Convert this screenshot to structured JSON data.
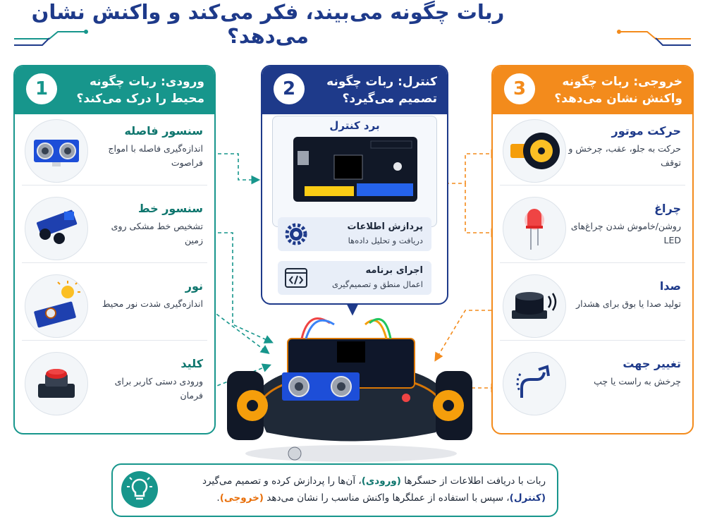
{
  "title": "ربات چگونه می‌بیند، فکر می‌کند و واکنش نشان می‌دهد؟",
  "colors": {
    "input": "#17968c",
    "control": "#1e3a8a",
    "output": "#f38b1c"
  },
  "input": {
    "number": "1",
    "header": "ورودی: ربات چگونه محیط را درک می‌کند؟",
    "items": [
      {
        "title": "سنسور فاصله",
        "desc": "اندازه‌گیری فاصله با امواج فراصوت",
        "icon": "ultrasonic-sensor-icon"
      },
      {
        "title": "سنسور خط",
        "desc": "تشخیص خط مشکی روی زمین",
        "icon": "line-sensor-icon"
      },
      {
        "title": "نور",
        "desc": "اندازه‌گیری شدت نور محیط",
        "icon": "light-sensor-icon"
      },
      {
        "title": "کلید",
        "desc": "ورودی دستی کاربر برای فرمان",
        "icon": "push-button-icon"
      }
    ]
  },
  "control": {
    "number": "2",
    "header": "کنترل: ربات چگونه تصمیم می‌گیرد؟",
    "board_label": "برد کنترل",
    "steps": [
      {
        "title": "پردازش اطلاعات",
        "desc": "دریافت و تحلیل داده‌ها",
        "icon": "gear-icon"
      },
      {
        "title": "اجرای برنامه",
        "desc": "اعمال منطق و تصمیم‌گیری",
        "icon": "code-icon"
      }
    ]
  },
  "output": {
    "number": "3",
    "header": "خروجی: ربات چگونه واکنش نشان می‌دهد؟",
    "items": [
      {
        "title": "حرکت موتور",
        "desc": "حرکت به جلو، عقب، چرخش و توقف",
        "icon": "motor-wheel-icon"
      },
      {
        "title": "چراغ",
        "desc": "روشن/خاموش شدن چراغ‌های LED",
        "icon": "led-icon"
      },
      {
        "title": "صدا",
        "desc": "تولید صدا یا بوق برای هشدار",
        "icon": "buzzer-icon"
      },
      {
        "title": "تغییر جهت",
        "desc": "چرخش به راست یا چپ",
        "icon": "turn-arrow-icon"
      }
    ]
  },
  "summary": {
    "part1": "ربات با دریافت اطلاعات از حسگرها ",
    "input_word": "(ورودی)",
    "part2": "، آن‌ها را پردازش کرده و تصمیم می‌گیرد ",
    "control_word": "(کنترل)",
    "part3": "، سپس با استفاده از عملگرها واکنش مناسب را نشان می‌دهد ",
    "output_word": "(خروجی)",
    "part4": "."
  }
}
